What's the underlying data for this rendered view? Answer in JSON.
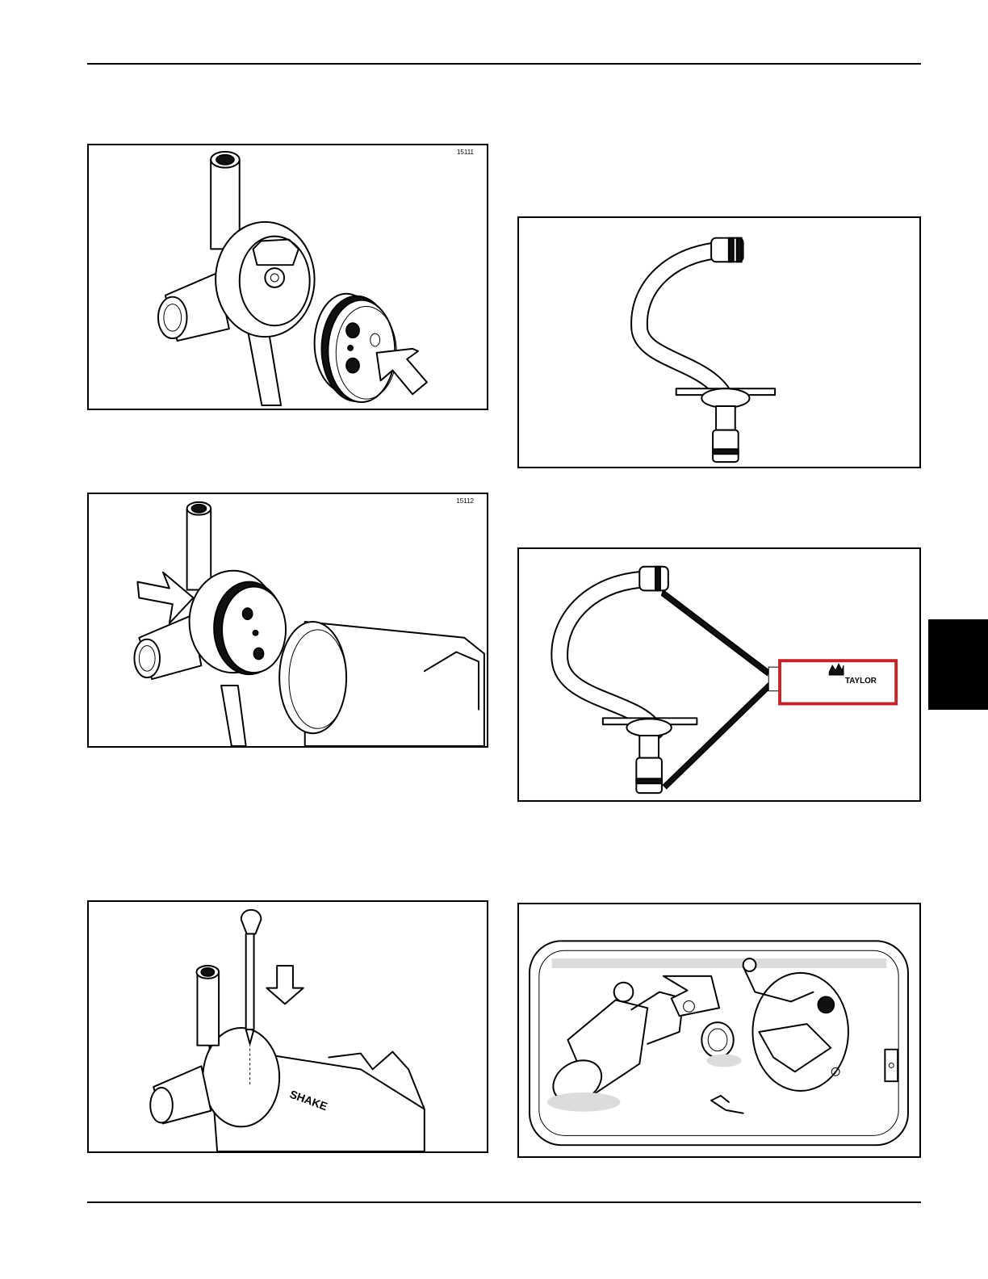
{
  "page": {
    "background": "#ffffff",
    "tab_color": "#000000"
  },
  "figures": [
    {
      "id": "fig-15111",
      "number": "15111",
      "subject": "valve-body-insert"
    },
    {
      "id": "fig-15112",
      "number": "15112",
      "subject": "valve-body-to-cylinder"
    },
    {
      "id": "fig-pin",
      "number": "",
      "subject": "pin-insertion",
      "label": "SHAKE"
    },
    {
      "id": "fig-tube",
      "number": "",
      "subject": "feed-tube"
    },
    {
      "id": "fig-lube",
      "number": "",
      "subject": "feed-tube-lubrication",
      "tube_label": "TAYLOR",
      "tube_color": "#c0262e"
    },
    {
      "id": "fig-pan",
      "number": "",
      "subject": "parts-in-sink"
    }
  ]
}
